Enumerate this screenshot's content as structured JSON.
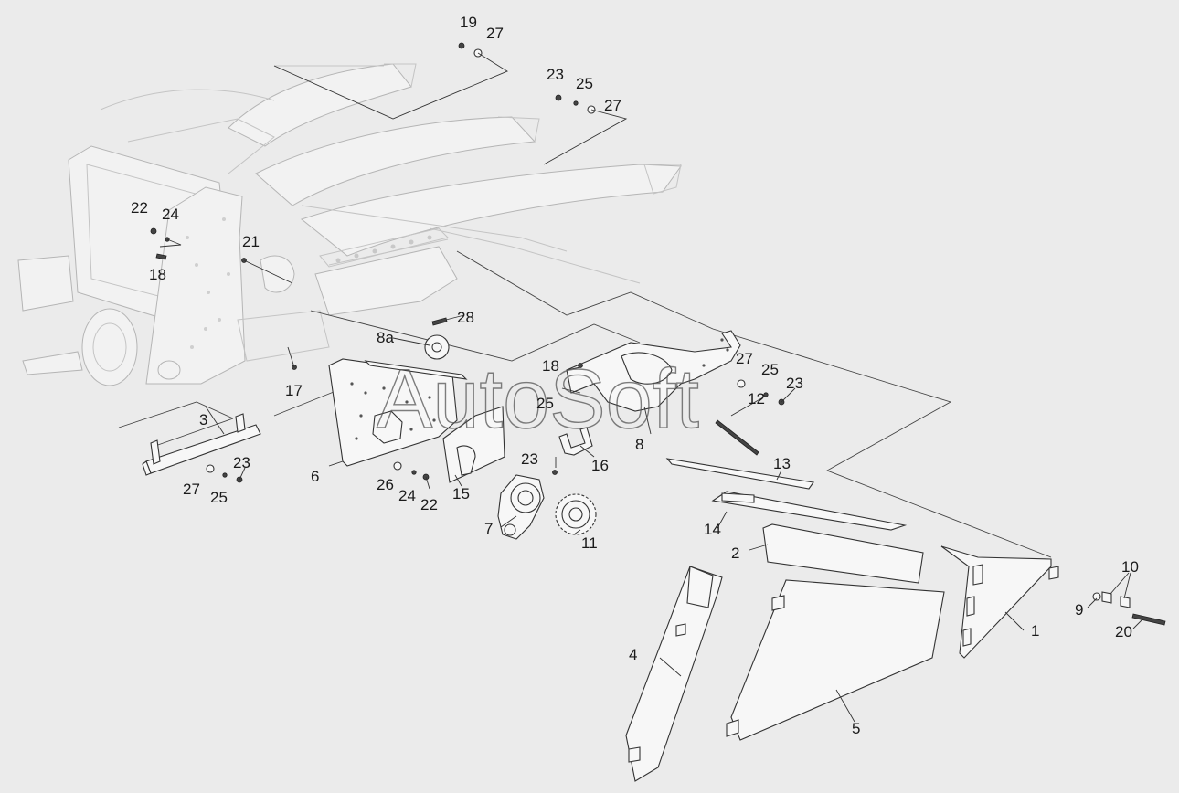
{
  "diagram": {
    "watermark": "AutoSoft",
    "callouts": [
      {
        "id": "c19",
        "text": "19"
      },
      {
        "id": "c27a",
        "text": "27"
      },
      {
        "id": "c23a",
        "text": "23"
      },
      {
        "id": "c25a",
        "text": "25"
      },
      {
        "id": "c27b",
        "text": "27"
      },
      {
        "id": "c22a",
        "text": "22"
      },
      {
        "id": "c24a",
        "text": "24"
      },
      {
        "id": "c21",
        "text": "21"
      },
      {
        "id": "c18a",
        "text": "18"
      },
      {
        "id": "c28",
        "text": "28"
      },
      {
        "id": "c8a",
        "text": "8a"
      },
      {
        "id": "c18b",
        "text": "18"
      },
      {
        "id": "c17",
        "text": "17"
      },
      {
        "id": "c3",
        "text": "3"
      },
      {
        "id": "c25b",
        "text": "25"
      },
      {
        "id": "c27c",
        "text": "27"
      },
      {
        "id": "c25c",
        "text": "25"
      },
      {
        "id": "c23b",
        "text": "23"
      },
      {
        "id": "c12",
        "text": "12"
      },
      {
        "id": "c8",
        "text": "8"
      },
      {
        "id": "c23c",
        "text": "23"
      },
      {
        "id": "c6",
        "text": "6"
      },
      {
        "id": "c16",
        "text": "16"
      },
      {
        "id": "c13",
        "text": "13"
      },
      {
        "id": "c23d",
        "text": "23"
      },
      {
        "id": "c27d",
        "text": "27"
      },
      {
        "id": "c25d",
        "text": "25"
      },
      {
        "id": "c26",
        "text": "26"
      },
      {
        "id": "c24b",
        "text": "24"
      },
      {
        "id": "c22b",
        "text": "22"
      },
      {
        "id": "c15",
        "text": "15"
      },
      {
        "id": "c7",
        "text": "7"
      },
      {
        "id": "c11",
        "text": "11"
      },
      {
        "id": "c14",
        "text": "14"
      },
      {
        "id": "c2",
        "text": "2"
      },
      {
        "id": "c10",
        "text": "10"
      },
      {
        "id": "c9",
        "text": "9"
      },
      {
        "id": "c1",
        "text": "1"
      },
      {
        "id": "c20",
        "text": "20"
      },
      {
        "id": "c4",
        "text": "4"
      },
      {
        "id": "c5",
        "text": "5"
      }
    ]
  }
}
